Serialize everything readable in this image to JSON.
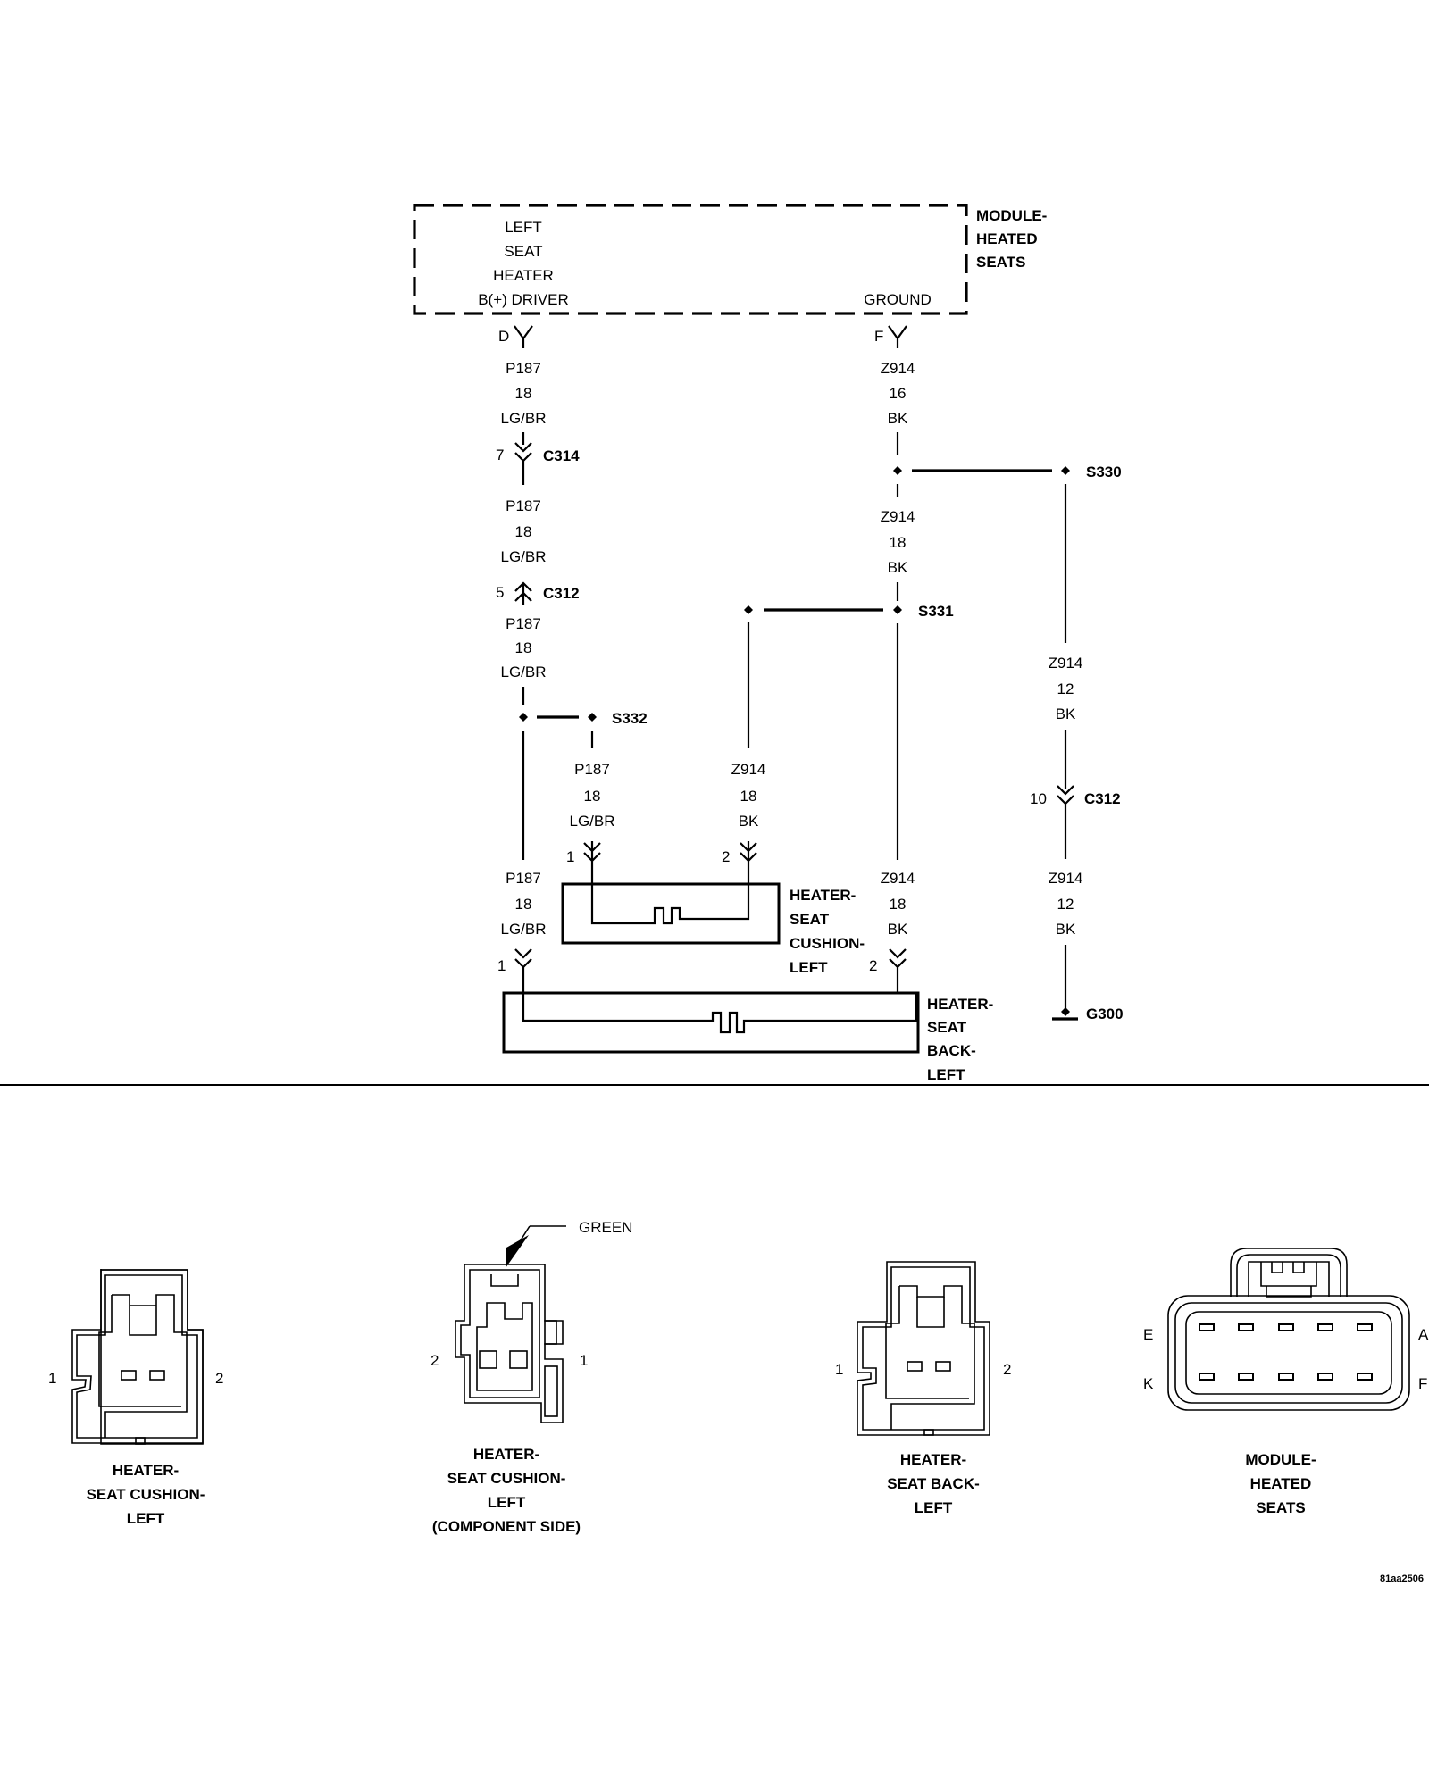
{
  "module": {
    "name": [
      "MODULE-",
      "HEATED",
      "SEATS"
    ],
    "left_function": [
      "LEFT",
      "SEAT",
      "HEATER",
      "B(+) DRIVER"
    ],
    "ground_function": "GROUND",
    "pin_d": "D",
    "pin_f": "F"
  },
  "wires": {
    "p187_18_lgbr": [
      "P187",
      "18",
      "LG/BR"
    ],
    "z914_16_bk": [
      "Z914",
      "16",
      "BK"
    ],
    "z914_18_bk": [
      "Z914",
      "18",
      "BK"
    ],
    "z914_12_bk": [
      "Z914",
      "12",
      "BK"
    ]
  },
  "connectors": {
    "c314": {
      "name": "C314",
      "pin": "7"
    },
    "c312_left": {
      "name": "C312",
      "pin": "5"
    },
    "c312_right": {
      "name": "C312",
      "pin": "10"
    }
  },
  "splices": {
    "s330": "S330",
    "s331": "S331",
    "s332": "S332"
  },
  "ground": "G300",
  "cushion": {
    "name": [
      "HEATER-",
      "SEAT",
      "CUSHION-",
      "LEFT"
    ],
    "pin1": "1",
    "pin2": "2"
  },
  "back": {
    "name": [
      "HEATER-",
      "SEAT",
      "BACK-",
      "LEFT"
    ],
    "pin1": "1",
    "pin2": "2"
  },
  "connector_views": {
    "cushion": {
      "label": [
        "HEATER-",
        "SEAT CUSHION-",
        "LEFT"
      ],
      "pin_left": "1",
      "pin_right": "2"
    },
    "cushion_component": {
      "label": [
        "HEATER-",
        "SEAT CUSHION-",
        "LEFT",
        "(COMPONENT SIDE)"
      ],
      "pin_left": "2",
      "pin_right": "1",
      "callout": "GREEN"
    },
    "back": {
      "label": [
        "HEATER-",
        "SEAT BACK-",
        "LEFT"
      ],
      "pin_left": "1",
      "pin_right": "2"
    },
    "module": {
      "label": [
        "MODULE-",
        "HEATED",
        "SEATS"
      ],
      "pin_e": "E",
      "pin_a": "A",
      "pin_k": "K",
      "pin_f": "F"
    }
  },
  "figure_id": "81aa2506"
}
